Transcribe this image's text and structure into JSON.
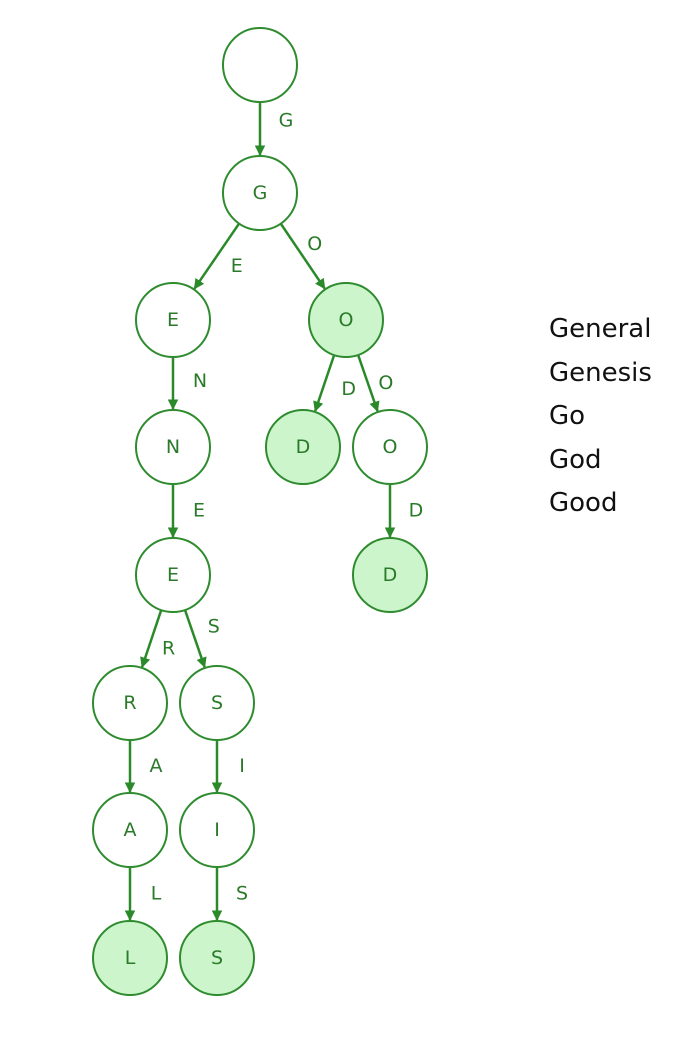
{
  "trie": {
    "nodes": [
      {
        "id": "root",
        "label": "",
        "end": false
      },
      {
        "id": "g",
        "label": "G",
        "end": false
      },
      {
        "id": "ge",
        "label": "E",
        "end": false
      },
      {
        "id": "go",
        "label": "O",
        "end": true
      },
      {
        "id": "gen",
        "label": "N",
        "end": false
      },
      {
        "id": "god",
        "label": "D",
        "end": true
      },
      {
        "id": "goo",
        "label": "O",
        "end": false
      },
      {
        "id": "gene",
        "label": "E",
        "end": false
      },
      {
        "id": "good",
        "label": "D",
        "end": true
      },
      {
        "id": "gener",
        "label": "R",
        "end": false
      },
      {
        "id": "genes",
        "label": "S",
        "end": false
      },
      {
        "id": "genera",
        "label": "A",
        "end": false
      },
      {
        "id": "genesi",
        "label": "I",
        "end": false
      },
      {
        "id": "general",
        "label": "L",
        "end": true
      },
      {
        "id": "genesis",
        "label": "S",
        "end": true
      }
    ],
    "edges": [
      {
        "from": "root",
        "to": "g",
        "label": "G"
      },
      {
        "from": "g",
        "to": "ge",
        "label": "E"
      },
      {
        "from": "g",
        "to": "go",
        "label": "O"
      },
      {
        "from": "ge",
        "to": "gen",
        "label": "N"
      },
      {
        "from": "go",
        "to": "god",
        "label": "D"
      },
      {
        "from": "go",
        "to": "goo",
        "label": "O"
      },
      {
        "from": "gen",
        "to": "gene",
        "label": "E"
      },
      {
        "from": "goo",
        "to": "good",
        "label": "D"
      },
      {
        "from": "gene",
        "to": "gener",
        "label": "R"
      },
      {
        "from": "gene",
        "to": "genes",
        "label": "S"
      },
      {
        "from": "gener",
        "to": "genera",
        "label": "A"
      },
      {
        "from": "genes",
        "to": "genesi",
        "label": "I"
      },
      {
        "from": "genera",
        "to": "general",
        "label": "L"
      },
      {
        "from": "genesi",
        "to": "genesis",
        "label": "S"
      }
    ]
  },
  "words": [
    "General",
    "Genesis",
    "Go",
    "God",
    "Good"
  ],
  "colors": {
    "stroke": "#2e8b2e",
    "end_fill": "#ccf5cc",
    "text": "#2a7a2a"
  }
}
